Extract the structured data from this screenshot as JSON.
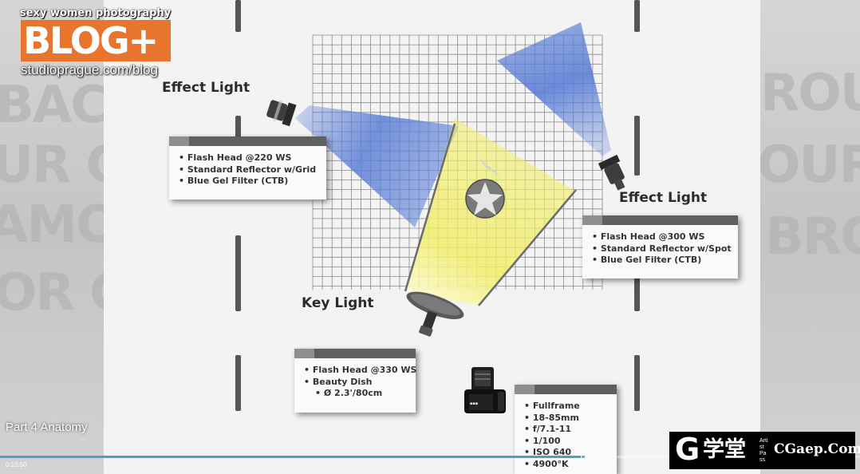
{
  "logo": {
    "tagline": "sexy women photography",
    "wordmark": "BLOG+",
    "url": "studioprague.com/blog",
    "color": "#e8742e"
  },
  "diagram": {
    "lights": [
      {
        "label": "Effect Light",
        "specs": [
          "Flash Head @220 WS",
          "Standard Reflector w/Grid",
          "Blue Gel Filter (CTB)"
        ],
        "color": "#5b7fd6"
      },
      {
        "label": "Effect Light",
        "specs": [
          "Flash Head @300 WS",
          "Standard Reflector w/Spot",
          "Blue Gel Filter (CTB)"
        ],
        "color": "#5b7fd6"
      },
      {
        "label": "Key Light",
        "specs": [
          "Flash Head @330 WS",
          "Beauty Dish",
          "Ø 2.3'/80cm"
        ],
        "color": "#f2ee6a"
      }
    ],
    "camera": {
      "specs": [
        "Fullframe",
        "18-85mm",
        "f/7.1-11",
        "1/100",
        "ISO 640",
        "4900°K"
      ]
    },
    "grid_color": "#8a8a8a"
  },
  "player": {
    "title": "Part 4 Anatomy",
    "time": "0:15:50",
    "progress": 0.68,
    "accent": "#4aa0c7"
  },
  "watermark": {
    "glyph": "G",
    "cn_text": "学堂",
    "small_text": "Artist Pass",
    "url": "CGaep.Com"
  }
}
